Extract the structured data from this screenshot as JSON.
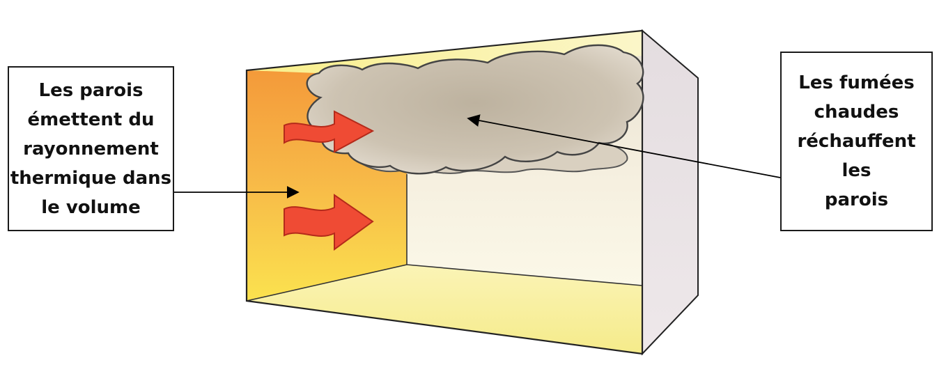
{
  "left_label": {
    "lines": [
      "Les parois",
      "émettent du",
      "rayonnement",
      "thermique dans",
      "le volume"
    ]
  },
  "right_label": {
    "lines": [
      "Les fumées",
      "chaudes",
      "réchauffent",
      "les",
      "parois"
    ]
  },
  "colors": {
    "back_wall": "#f6f1dc",
    "left_wall_hot": "#f49a3a",
    "left_wall_warm": "#fbe24f",
    "floor": "#f8f0a0",
    "ceiling": "#faf6b8",
    "right_wall": "#e8e2e4",
    "smoke": "#c9bfae",
    "arrow_fill": "#ef4b34",
    "arrow_stroke": "#b42a1a"
  },
  "icons": {
    "heat_arrow": "wavy-arrow-icon",
    "smoke": "smoke-cloud"
  }
}
